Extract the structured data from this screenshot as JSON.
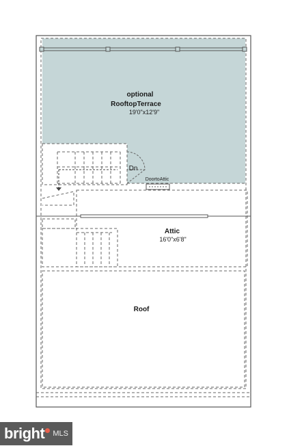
{
  "colors": {
    "terrace_fill": "#c5d6d7",
    "wall_line": "#555555",
    "dash_line": "#666666",
    "watermark_bg": "#5a5a5a",
    "watermark_accent": "#e8604c"
  },
  "rooms": {
    "terrace": {
      "label_line1": "optional",
      "label_line2": "RooftopTerrace",
      "dimensions": "19'0\"x12'9\""
    },
    "attic": {
      "label": "Attic",
      "dimensions": "16'0\"x6'8\""
    },
    "roof": {
      "label": "Roof"
    }
  },
  "annotations": {
    "stair_direction": "Dn",
    "door_label": "DoortoAttic"
  },
  "watermark": {
    "brand": "bright",
    "suffix": "MLS"
  }
}
